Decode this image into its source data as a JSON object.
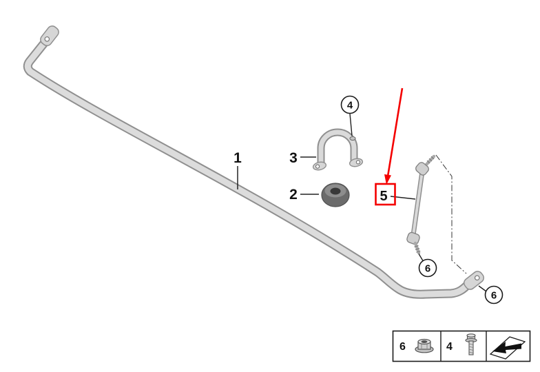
{
  "colors": {
    "highlight": "#f40000",
    "bar_fill": "#dcdcdc",
    "bar_outline": "#8f8f8f",
    "bushing_dark": "#6b6b6b",
    "ink": "#111111"
  },
  "callouts": {
    "bar": {
      "label": "1"
    },
    "bushing": {
      "label": "2"
    },
    "clamp": {
      "label": "3"
    },
    "clamp_bolt": {
      "label": "4"
    },
    "link": {
      "label": "5"
    },
    "link_nut": {
      "label": "6"
    },
    "bar_end_fastener": {
      "label": "6"
    }
  },
  "legend": {
    "cells": [
      {
        "label": "6",
        "icon": "flange-nut-icon"
      },
      {
        "label": "4",
        "icon": "hex-bolt-icon"
      },
      {
        "icon": "direction-arrow-icon"
      }
    ]
  }
}
